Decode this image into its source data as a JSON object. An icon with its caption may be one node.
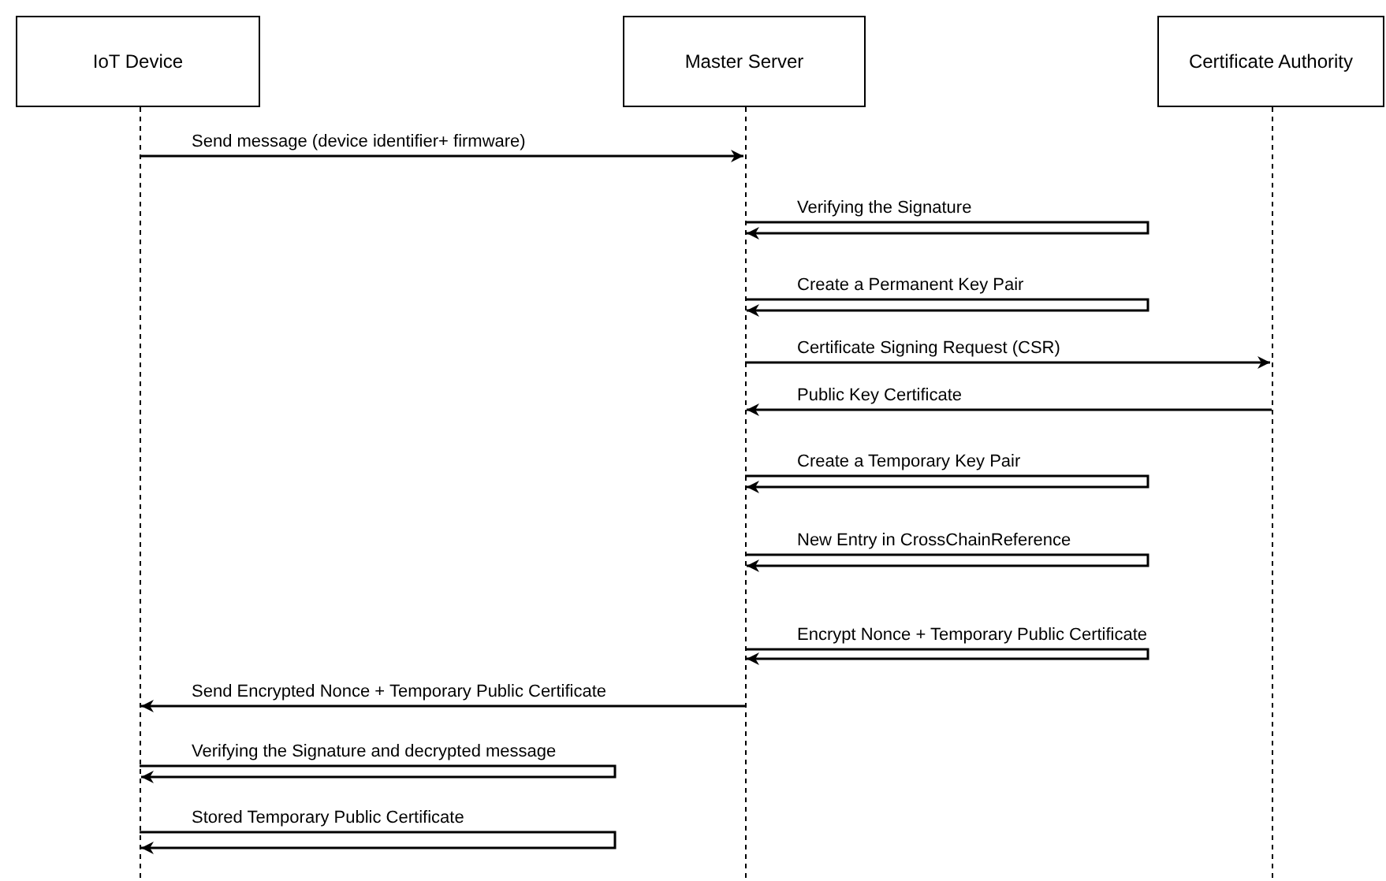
{
  "diagram": {
    "nodes": [
      {
        "text": [
          "IoT Device"
        ]
      },
      {
        "text": [
          "Master Server"
        ]
      },
      {
        "text": [
          "Certificate Authority"
        ]
      }
    ],
    "edges": [
      {
        "from": 0,
        "to": 1,
        "label": "Send message (device identifier+ firmware)",
        "arrow": "to"
      },
      {
        "from": 1,
        "to": 1,
        "label": "Verifying the Signature",
        "arrow": "to"
      },
      {
        "from": 1,
        "to": 1,
        "label": "Create a Permanent Key Pair",
        "arrow": "to"
      },
      {
        "from": 1,
        "to": 2,
        "label": "Certificate Signing Request (CSR)",
        "arrow": "to"
      },
      {
        "from": 2,
        "to": 1,
        "label": "Public Key Certificate",
        "arrow": "to"
      },
      {
        "from": 1,
        "to": 1,
        "label": "Create a Temporary Key Pair",
        "arrow": "to"
      },
      {
        "from": 1,
        "to": 1,
        "label": "New Entry in CrossChainReference",
        "arrow": "to"
      },
      {
        "from": 1,
        "to": 1,
        "label": "Encrypt Nonce + Temporary Public Certificate",
        "arrow": "to"
      },
      {
        "from": 1,
        "to": 0,
        "label": "Send Encrypted Nonce + Temporary Public Certificate",
        "arrow": "to"
      },
      {
        "from": 0,
        "to": 0,
        "label": "Verifying the Signature and decrypted message",
        "arrow": "to"
      },
      {
        "from": 0,
        "to": 0,
        "label": "Stored Temporary Public Certificate",
        "arrow": "to"
      }
    ]
  }
}
